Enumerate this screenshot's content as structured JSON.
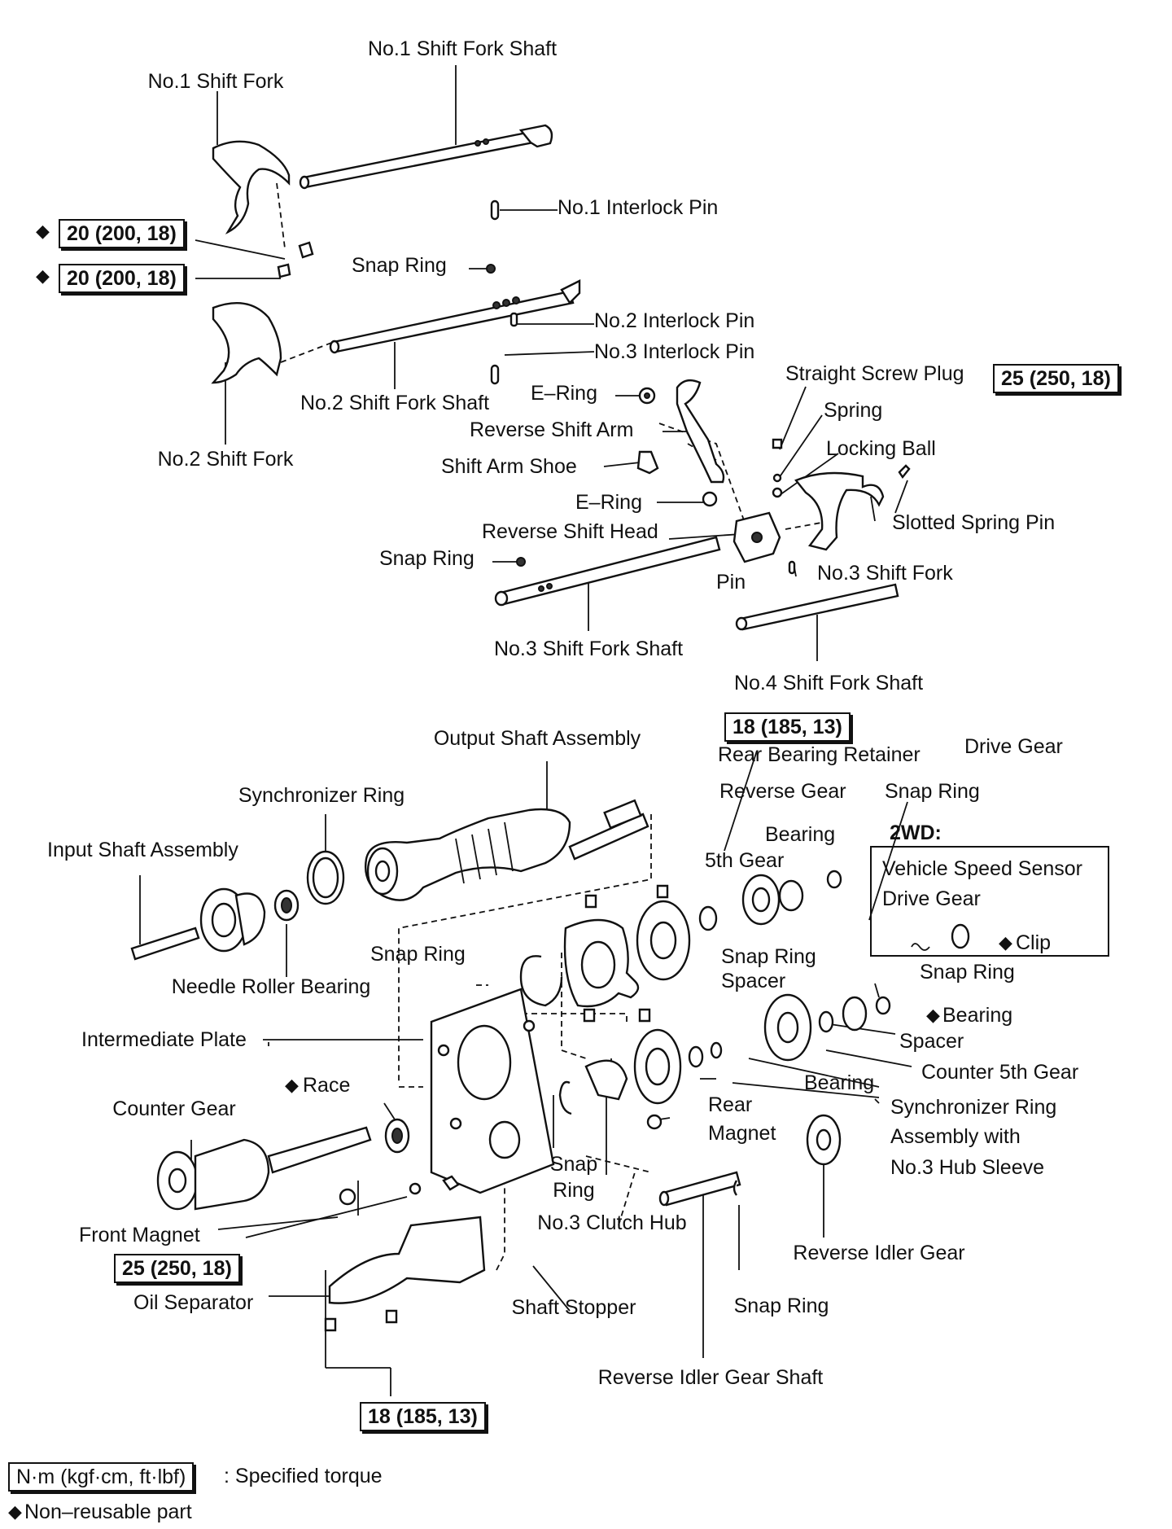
{
  "labels": {
    "no1_shift_fork_shaft": "No.1 Shift Fork Shaft",
    "no1_shift_fork": "No.1 Shift Fork",
    "no1_interlock_pin": "No.1 Interlock Pin",
    "snap_ring_1": "Snap Ring",
    "no2_interlock_pin": "No.2 Interlock Pin",
    "no3_interlock_pin": "No.3 Interlock Pin",
    "no2_shift_fork_shaft": "No.2 Shift Fork Shaft",
    "no2_shift_fork": "No.2 Shift Fork",
    "e_ring_1": "E–Ring",
    "reverse_shift_arm": "Reverse Shift Arm",
    "straight_screw_plug": "Straight Screw Plug",
    "spring": "Spring",
    "locking_ball": "Locking Ball",
    "shift_arm_shoe": "Shift Arm Shoe",
    "e_ring_2": "E–Ring",
    "slotted_spring_pin": "Slotted Spring Pin",
    "reverse_shift_head": "Reverse Shift Head",
    "snap_ring_2": "Snap Ring",
    "pin": "Pin",
    "no3_shift_fork": "No.3 Shift Fork",
    "no3_shift_fork_shaft": "No.3 Shift Fork Shaft",
    "no4_shift_fork_shaft": "No.4 Shift Fork Shaft",
    "output_shaft_assembly": "Output Shaft Assembly",
    "rear_bearing_retainer": "Rear Bearing Retainer",
    "drive_gear": "Drive Gear",
    "synchronizer_ring": "Synchronizer Ring",
    "reverse_gear": "Reverse Gear",
    "snap_ring_3": "Snap Ring",
    "bearing_1": "Bearing",
    "input_shaft_assembly": "Input Shaft Assembly",
    "fifth_gear": "5th Gear",
    "twowd_title": "2WD:",
    "vss_line1": "Vehicle Speed Sensor",
    "vss_line2": "Drive Gear",
    "clip": "Clip",
    "snap_ring_4": "Snap Ring",
    "snap_ring_5": "Snap Ring",
    "spacer_1": "Spacer",
    "needle_roller_bearing": "Needle Roller Bearing",
    "snap_ring_6": "Snap Ring",
    "bearing_2": "Bearing",
    "intermediate_plate": "Intermediate Plate",
    "spacer_2": "Spacer",
    "counter_5th_gear": "Counter 5th Gear",
    "race": "Race",
    "bearing_3": "Bearing",
    "counter_gear": "Counter Gear",
    "synchronizer_ring_assembly_1": "Synchronizer Ring",
    "synchronizer_ring_assembly_2": "Assembly with",
    "synchronizer_ring_assembly_3": "No.3 Hub Sleeve",
    "rear_magnet_1": "Rear",
    "rear_magnet_2": "Magnet",
    "snap_ring_7a": "Snap",
    "snap_ring_7b": "Ring",
    "no3_clutch_hub": "No.3 Clutch Hub",
    "front_magnet": "Front Magnet",
    "reverse_idler_gear": "Reverse Idler Gear",
    "oil_separator": "Oil Separator",
    "shaft_stopper": "Shaft Stopper",
    "snap_ring_8": "Snap Ring",
    "reverse_idler_gear_shaft": "Reverse Idler Gear Shaft"
  },
  "torques": {
    "fork1_bolt": "20 (200, 18)",
    "fork2_bolt": "20 (200, 18)",
    "straight_screw_plug": "25 (250, 18)",
    "rear_bearing_retainer": "18 (185, 13)",
    "oil_separator_upper": "25 (250, 18)",
    "oil_separator_lower": "18 (185, 13)"
  },
  "legend": {
    "unit_box": "N·m (kgf·cm, ft·lbf)",
    "unit_text": ": Specified torque",
    "nonreusable": "Non–reusable part"
  },
  "symbols": {
    "diamond": "◆"
  }
}
